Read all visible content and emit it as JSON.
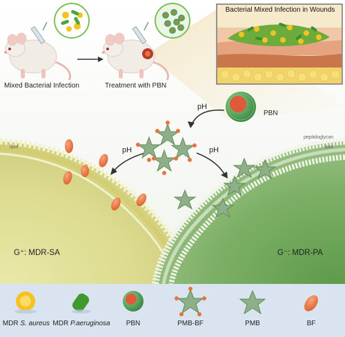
{
  "top": {
    "mouse_left_caption": "Mixed Bacterial Infection",
    "mouse_right_caption": "Treatment with PBN",
    "inset_title": "Bacterial Mixed Infection in Wounds"
  },
  "middle": {
    "pbn_label": "PBN",
    "ph_top": "pH",
    "ph_left": "pH",
    "ph_right": "pH"
  },
  "bacteria": {
    "left_title": "G⁺: MDR-SA",
    "right_title": "G⁻: MDR-PA",
    "left_layer_label": "lipid",
    "right_layer_label": "lipid",
    "peptidoglycan_label": "peptidoglycan"
  },
  "legend": {
    "items": [
      {
        "key": "sa",
        "label_prefix": "MDR ",
        "label_italic": "S. aureus"
      },
      {
        "key": "pa",
        "label_prefix": "MDR ",
        "label_italic": "P.aeruginosa"
      },
      {
        "key": "pbn",
        "label": "PBN"
      },
      {
        "key": "pmbbf",
        "label": "PMB-BF"
      },
      {
        "key": "pmb",
        "label": "PMB"
      },
      {
        "key": "bf",
        "label": "BF"
      }
    ]
  },
  "colors": {
    "gram_pos": "#d8d88a",
    "gram_neg": "#7fb065",
    "bf_orange": "#e8743b",
    "pmb_green": "#8fae8a",
    "pbn_shell": "#4f9a55",
    "pbn_core": "#e05a3a"
  }
}
